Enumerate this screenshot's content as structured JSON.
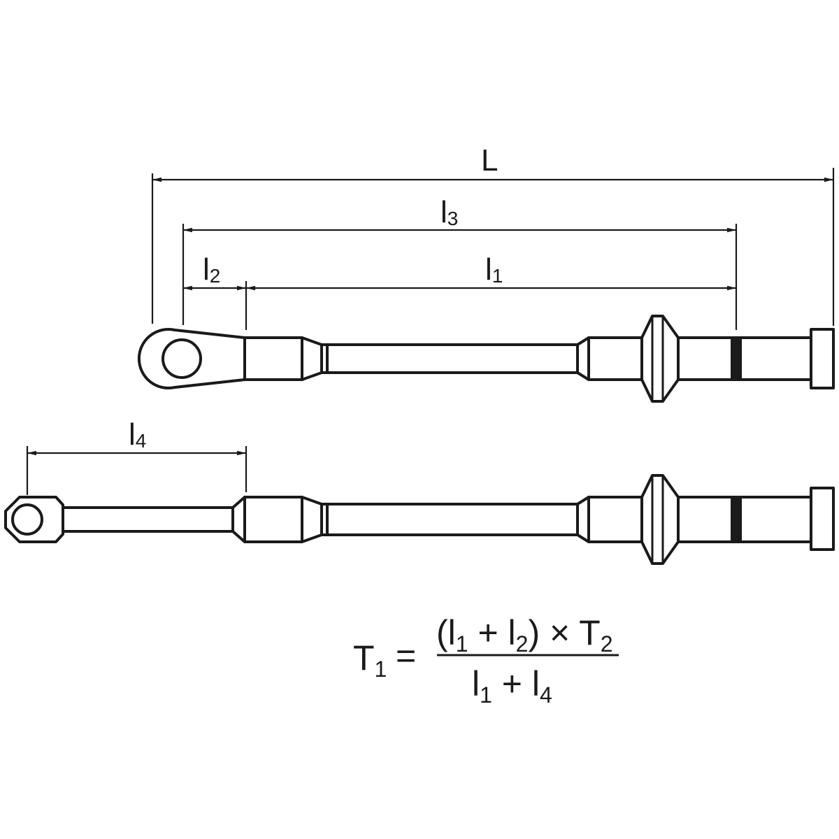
{
  "dimensions": {
    "L": {
      "base": "L",
      "sub": ""
    },
    "l3": {
      "base": "l",
      "sub": "3"
    },
    "l1": {
      "base": "l",
      "sub": "1"
    },
    "l2": {
      "base": "l",
      "sub": "2"
    },
    "l4": {
      "base": "l",
      "sub": "4"
    }
  },
  "formula": {
    "lhs": {
      "base": "T",
      "sub": "1"
    },
    "equals": "=",
    "numerator": {
      "open": "(l",
      "s1": "1",
      "plus": " + l",
      "s2": "2",
      "close": ") × T",
      "s3": "2"
    },
    "denominator": {
      "a": "l",
      "s1": "1",
      "plus": " + l",
      "s2": "4"
    }
  }
}
